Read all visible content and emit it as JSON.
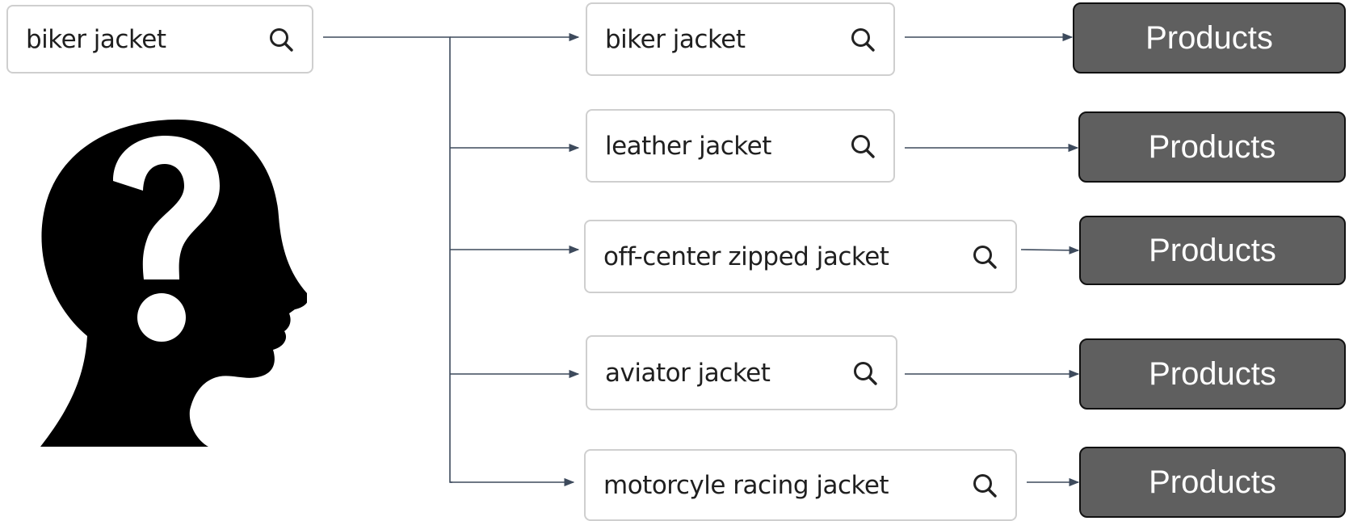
{
  "source_query": {
    "text": "biker jacket"
  },
  "rewrites": [
    {
      "text": "biker jacket",
      "result_label": "Products"
    },
    {
      "text": "leather jacket",
      "result_label": "Products"
    },
    {
      "text": "off-center zipped jacket",
      "result_label": "Products"
    },
    {
      "text": "aviator jacket",
      "result_label": "Products"
    },
    {
      "text": "motorcyle racing jacket",
      "result_label": "Products"
    }
  ],
  "colors": {
    "connector": "#3d4a5c",
    "products_fill": "#5f5f5f",
    "products_border": "#111111",
    "search_border": "#cfcfcf",
    "silhouette": "#000000"
  },
  "icons": {
    "search": "search-icon",
    "user": "head-with-question-mark-icon"
  }
}
